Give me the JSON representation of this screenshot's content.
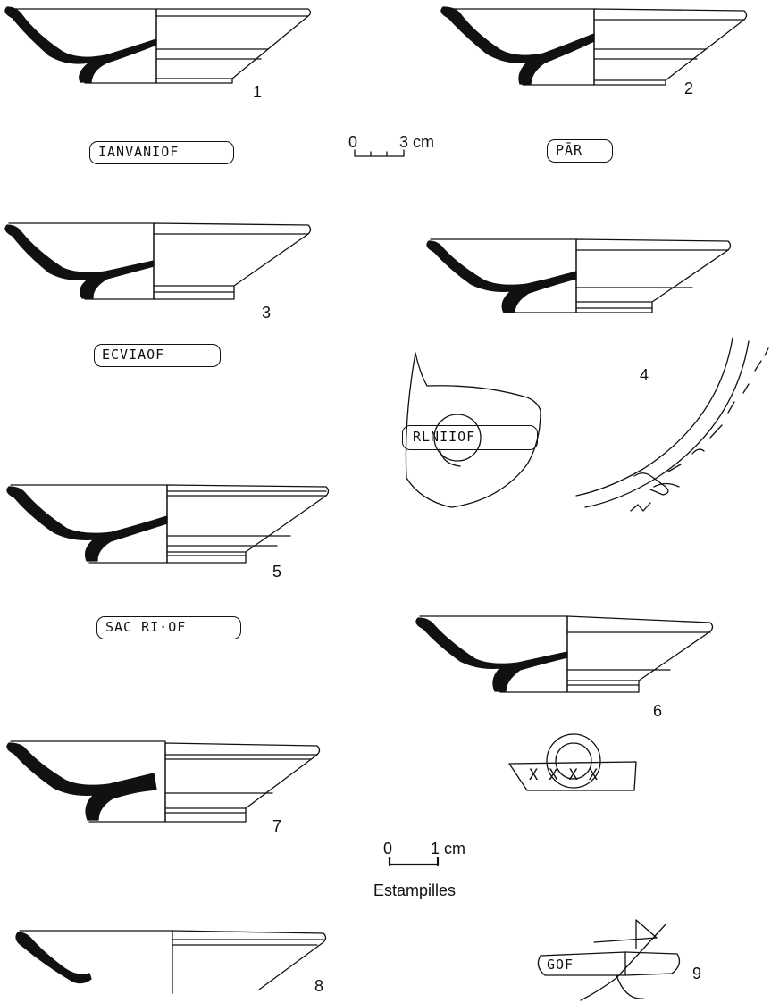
{
  "figure": {
    "scale_large": {
      "zero": "0",
      "value": "3 cm"
    },
    "scale_small": {
      "zero": "0",
      "value": "1 cm",
      "caption": "Estampilles"
    },
    "vessels": [
      {
        "number": "1",
        "stamp": "IANVANIOF"
      },
      {
        "number": "2",
        "stamp": "PĀR"
      },
      {
        "number": "3",
        "stamp": "ECVIAOF"
      },
      {
        "number": "4",
        "stamp": "RLNIIOF"
      },
      {
        "number": "5",
        "stamp": "SAC RI·OF"
      },
      {
        "number": "6",
        "stamp": "XXXX"
      },
      {
        "number": "7",
        "stamp": ""
      },
      {
        "number": "8",
        "stamp": ""
      },
      {
        "number": "9",
        "stamp": "GOF"
      }
    ]
  }
}
